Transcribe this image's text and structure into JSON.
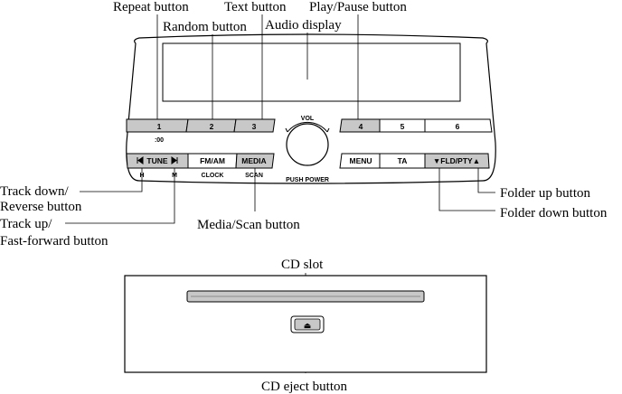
{
  "callouts": {
    "repeat": "Repeat button",
    "random": "Random button",
    "text": "Text button",
    "play_pause": "Play/Pause button",
    "audio_display": "Audio display",
    "track_down_1": "Track down/",
    "track_down_2": "Reverse button",
    "track_up_1": "Track up/",
    "track_up_2": "Fast-forward button",
    "media_scan": "Media/Scan button",
    "folder_up": "Folder up button",
    "folder_down": "Folder down button",
    "cd_slot": "CD slot",
    "cd_eject": "CD eject button"
  },
  "buttons": {
    "b1": "1",
    "b1_sub": ":00",
    "b2": "2",
    "b3": "3",
    "b4": "4",
    "b5": "5",
    "b6": "6",
    "tune": "TUNE",
    "tune_h": "H",
    "tune_m": "M",
    "fmam": "FM/AM",
    "clock": "CLOCK",
    "media": "MEDIA",
    "scan": "SCAN",
    "menu": "MENU",
    "ta": "TA",
    "fld_pty": "▼FLD/PTY▲",
    "vol": "VOL",
    "push_power": "PUSH POWER",
    "eject_symbol": "⏏"
  },
  "colors": {
    "shaded_button": "#c8c8c8",
    "plain_button": "#ffffff",
    "line": "#000000"
  }
}
